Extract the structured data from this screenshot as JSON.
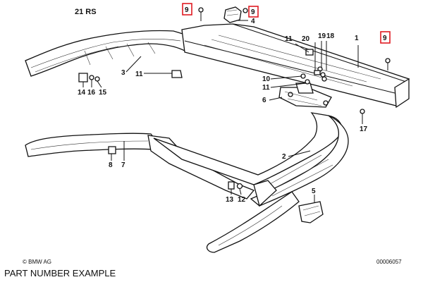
{
  "header": {
    "diagram_code": "21 RS"
  },
  "footer": {
    "copyright": "© BMW AG",
    "drawing_number": "00006057"
  },
  "caption": "PART NUMBER EXAMPLE",
  "callouts": {
    "c9a": "9",
    "c9b": "9",
    "c9c": "9",
    "c4": "4",
    "c11a": "11",
    "c20": "20",
    "c19": "19",
    "c18": "18",
    "c1": "1",
    "c3": "3",
    "c11b": "11",
    "c14": "14",
    "c16": "16",
    "c15": "15",
    "c10": "10",
    "c11c": "11",
    "c6": "6",
    "c17": "17",
    "c2": "2",
    "c8": "8",
    "c7": "7",
    "c13": "13",
    "c12": "12",
    "c5": "5"
  },
  "colors": {
    "highlight_box": "#e01b22",
    "line": "#111111",
    "background": "#ffffff"
  }
}
